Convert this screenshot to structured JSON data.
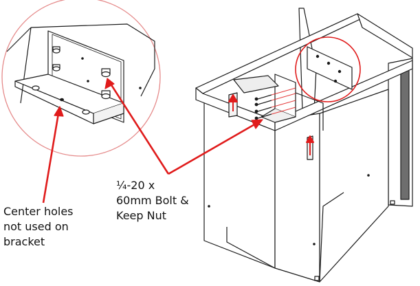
{
  "callouts": {
    "bolt": {
      "lines": [
        "¼-20 x",
        "60mm Bolt &",
        "Keep Nut"
      ]
    },
    "center_holes": {
      "lines": [
        "Center holes",
        "not used on",
        "bracket"
      ]
    }
  },
  "colors": {
    "line": "#1a1a1a",
    "accent": "#e01b1b",
    "background": "#ffffff",
    "shade": "#d9d9d9",
    "vent": "#6e6e6e"
  }
}
